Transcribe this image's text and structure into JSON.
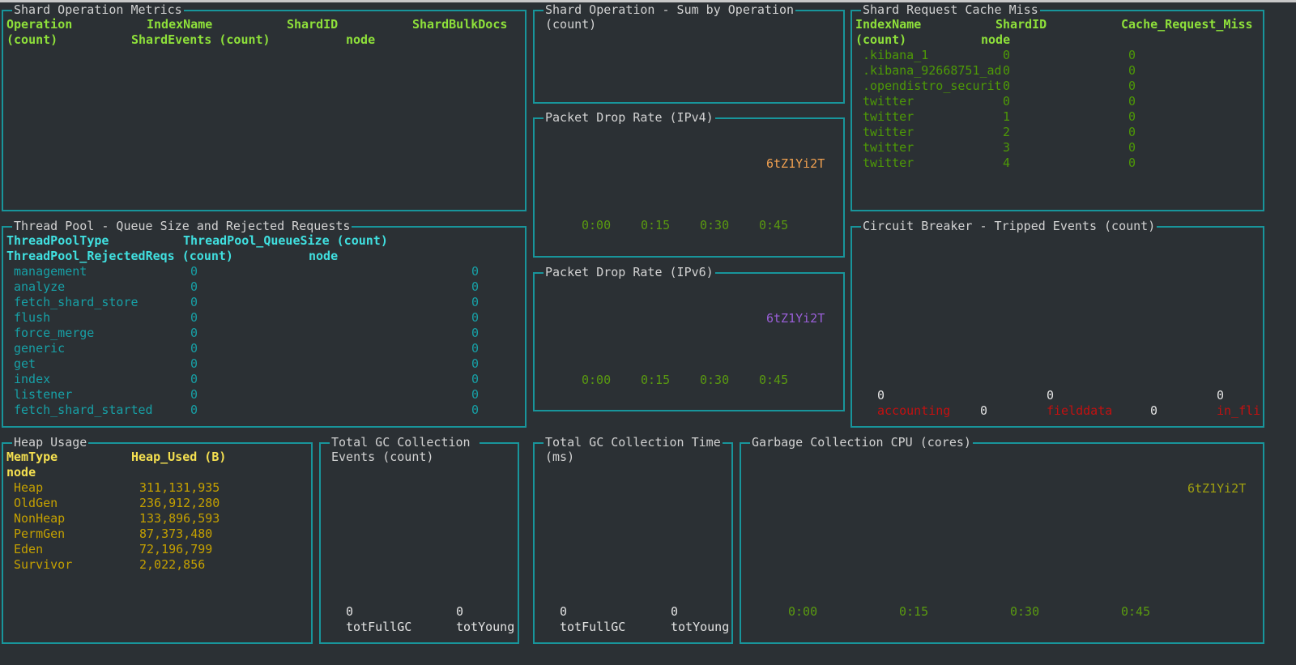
{
  "colors": {
    "border": "#18959b",
    "background": "#2b3034",
    "ipv4_series": "#f0a050",
    "ipv6_series": "#9a5fd8",
    "gc_cpu_series": "#a0a010"
  },
  "shard_op_metrics": {
    "title": "Shard Operation Metrics",
    "headers": [
      "Operation",
      "IndexName",
      "ShardID",
      "ShardBulkDocs",
      "(count)",
      "ShardEvents (count)",
      "node"
    ]
  },
  "shard_op_sum": {
    "title": "Shard Operation - Sum by Operation",
    "subtitle": "(count)"
  },
  "cache_miss": {
    "title": "Shard Request Cache Miss",
    "headers": [
      "IndexName",
      "ShardID",
      "Cache_Request_Miss",
      "(count)",
      "node"
    ],
    "rows": [
      [
        ".kibana_1",
        "0",
        "0"
      ],
      [
        ".kibana_92668751_ad",
        "0",
        "0"
      ],
      [
        ".opendistro_securit",
        "0",
        "0"
      ],
      [
        "twitter",
        "0",
        "0"
      ],
      [
        "twitter",
        "1",
        "0"
      ],
      [
        "twitter",
        "2",
        "0"
      ],
      [
        "twitter",
        "3",
        "0"
      ],
      [
        "twitter",
        "4",
        "0"
      ]
    ]
  },
  "ipv4": {
    "title": "Packet Drop Rate (IPv4)",
    "legend": "6tZ1Yi2T",
    "ticks": [
      "0:00",
      "0:15",
      "0:30",
      "0:45"
    ]
  },
  "ipv6": {
    "title": "Packet Drop Rate (IPv6)",
    "legend": "6tZ1Yi2T",
    "ticks": [
      "0:00",
      "0:15",
      "0:30",
      "0:45"
    ]
  },
  "thread_pool": {
    "title": "Thread Pool - Queue Size and Rejected Requests",
    "headers": [
      "ThreadPoolType",
      "ThreadPool_QueueSize (count)",
      "ThreadPool_RejectedReqs (count)",
      "node"
    ],
    "rows": [
      [
        "management",
        "0",
        "0"
      ],
      [
        "analyze",
        "0",
        "0"
      ],
      [
        "fetch_shard_store",
        "0",
        "0"
      ],
      [
        "flush",
        "0",
        "0"
      ],
      [
        "force_merge",
        "0",
        "0"
      ],
      [
        "generic",
        "0",
        "0"
      ],
      [
        "get",
        "0",
        "0"
      ],
      [
        "index",
        "0",
        "0"
      ],
      [
        "listener",
        "0",
        "0"
      ],
      [
        "fetch_shard_started",
        "0",
        "0"
      ]
    ]
  },
  "circuit_breaker": {
    "title": "Circuit Breaker - Tripped Events (count)",
    "items": [
      {
        "top": "0",
        "label": "accounting",
        "value": "0"
      },
      {
        "top": "0",
        "label": "fielddata",
        "value": "0"
      },
      {
        "top": "0",
        "label": "in_fli"
      }
    ]
  },
  "heap": {
    "title": "Heap Usage",
    "headers": [
      "MemType",
      "Heap_Used (B)",
      "node"
    ],
    "rows": [
      [
        "Heap",
        "311,131,935"
      ],
      [
        "OldGen",
        "236,912,280"
      ],
      [
        "NonHeap",
        "133,896,593"
      ],
      [
        "PermGen",
        "87,373,480"
      ],
      [
        "Eden",
        "72,196,799"
      ],
      [
        "Survivor",
        "2,022,856"
      ]
    ]
  },
  "gc_events": {
    "title": "Total GC Collection ",
    "subtitle": "Events (count)",
    "values": [
      "0",
      "0"
    ],
    "labels": [
      "totFullGC",
      "totYoung"
    ]
  },
  "gc_time": {
    "title": "Total GC Collection Time",
    "subtitle": "(ms)",
    "values": [
      "0",
      "0"
    ],
    "labels": [
      "totFullGC",
      "totYoung"
    ]
  },
  "gc_cpu": {
    "title": "Garbage Collection CPU (cores)",
    "legend": "6tZ1Yi2T",
    "ticks": [
      "0:00",
      "0:15",
      "0:30",
      "0:45"
    ]
  }
}
